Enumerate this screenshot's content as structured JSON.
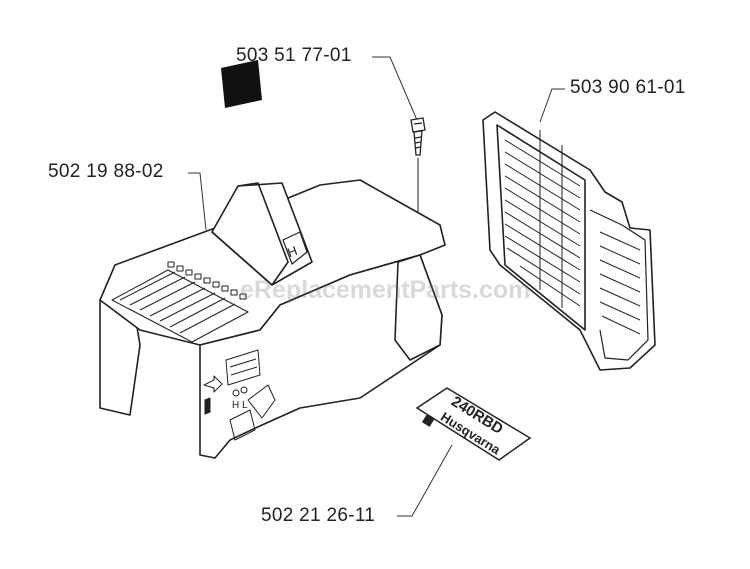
{
  "labels": {
    "screw": "503 51 77-01",
    "grille": "503 90 61-01",
    "cover": "502 19 88-02",
    "decal": "502 21 26-11"
  },
  "decal": {
    "model": "240RBD",
    "brand": "Husqvarna"
  },
  "watermark": "eReplacementParts.com",
  "cover_markings": {
    "switch": "H L"
  },
  "colors": {
    "line": "#222222",
    "fill": "#ffffff",
    "swatch": "#111111"
  }
}
